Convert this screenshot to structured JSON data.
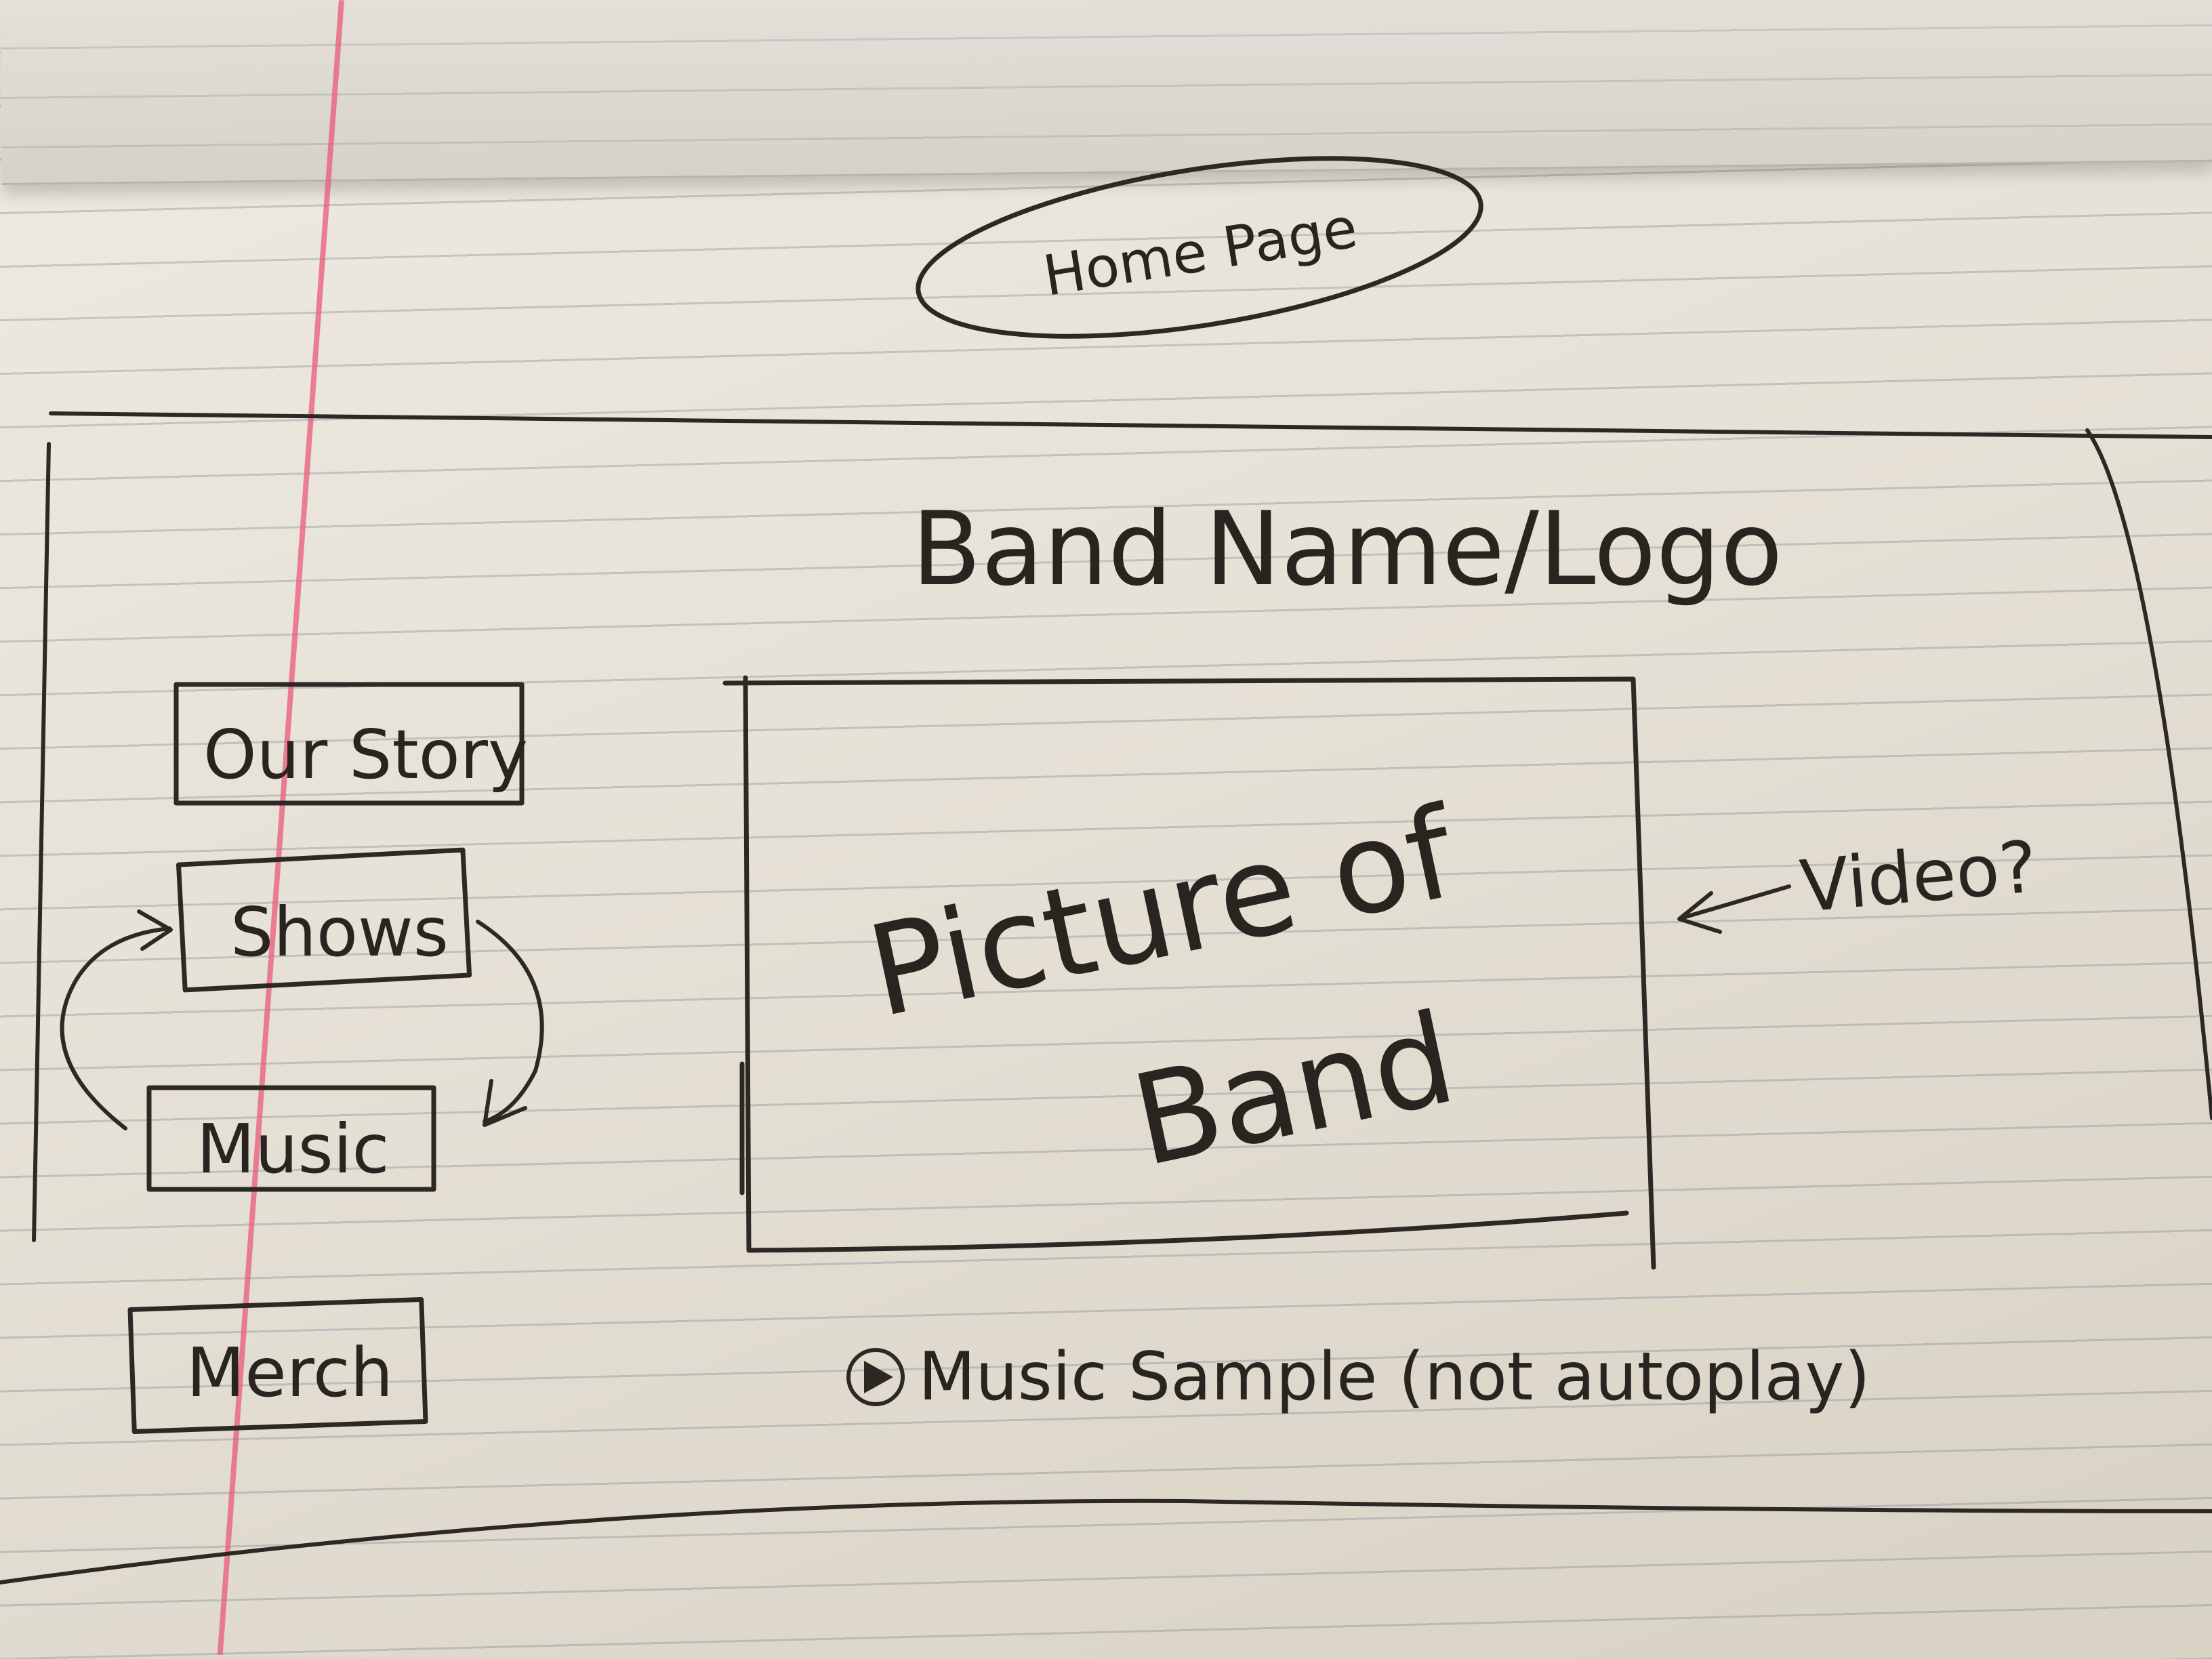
{
  "page_label": "Home Page",
  "header": {
    "brand": "Band Name/Logo"
  },
  "nav": {
    "items": [
      {
        "label": "Our Story"
      },
      {
        "label": "Shows"
      },
      {
        "label": "Music"
      },
      {
        "label": "Merch"
      }
    ]
  },
  "hero": {
    "line1": "Picture of",
    "line2": "Band",
    "annotation": "Video?"
  },
  "audio": {
    "label": "Music Sample (not autoplay)"
  }
}
